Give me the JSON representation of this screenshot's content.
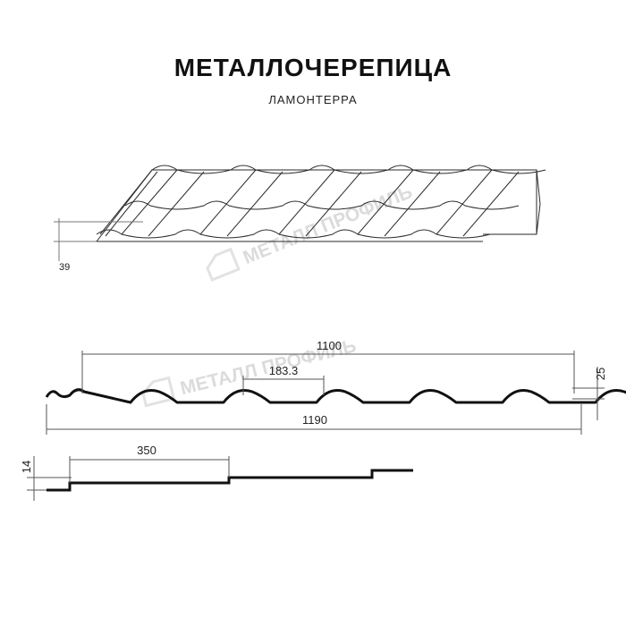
{
  "header": {
    "title": "МЕТАЛЛОЧЕРЕПИЦА",
    "subtitle": "ЛАМОНТЕРРА"
  },
  "watermark": {
    "text": "МЕТАЛЛ ПРОФИЛЬ",
    "color": "#bfbfbf"
  },
  "perspective_view": {
    "height_label": "39"
  },
  "cross_section": {
    "width_useful_label": "1100",
    "pitch_label": "183.3",
    "height_label": "25",
    "width_total_label": "1190"
  },
  "step_profile": {
    "step_length_label": "350",
    "step_height_label": "14"
  },
  "colors": {
    "line": "#1a1a1a",
    "dim_line": "#555555",
    "background": "#ffffff"
  }
}
